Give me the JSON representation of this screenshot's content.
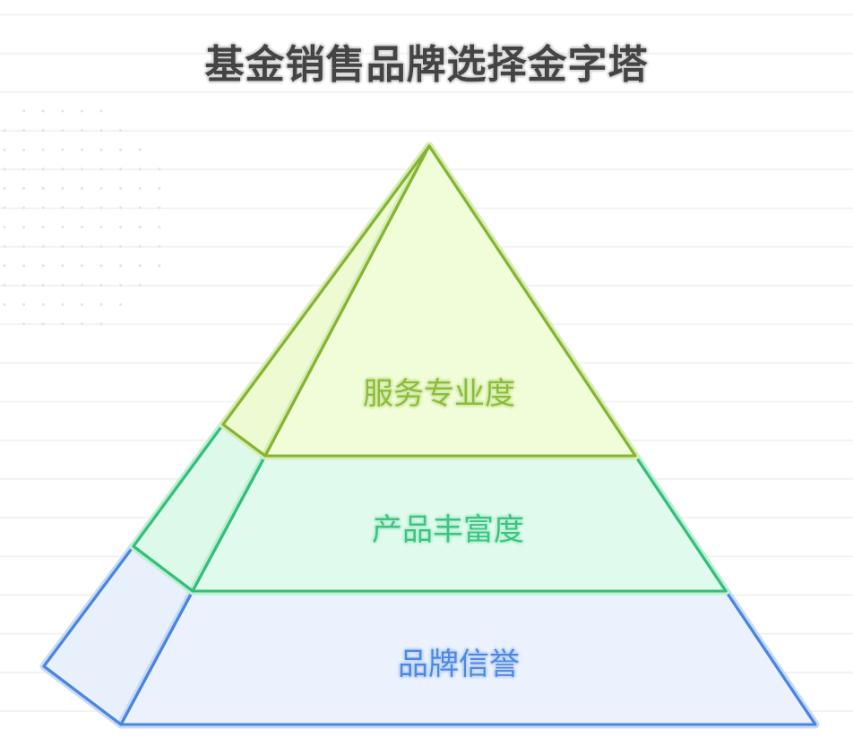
{
  "title": "基金销售品牌选择金字塔",
  "colors": {
    "title": "#444444",
    "background_line": "#f0f0f0",
    "background_dot": "#e2e2e2"
  },
  "layers": [
    {
      "label": "服务专业度",
      "level": "top",
      "stroke": "#84b632",
      "glow": "#d9ecb8",
      "fill_front": "#f1fcd9",
      "fill_side": "#eefad2",
      "text_color": "#8cbc3c",
      "text_glow": "#d3eaa8"
    },
    {
      "label": "产品丰富度",
      "level": "middle",
      "stroke": "#33c07a",
      "glow": "#bfeed6",
      "fill_front": "#e0fbee",
      "fill_side": "#dcf9ea",
      "text_color": "#3cc480",
      "text_glow": "#bdeed6"
    },
    {
      "label": "品牌信誉",
      "level": "bottom",
      "stroke": "#4a85e0",
      "glow": "#c8daf6",
      "fill_front": "#ebf2fd",
      "fill_side": "#e8f0fc",
      "text_color": "#4e88e2",
      "text_glow": "#c2d7f6"
    }
  ]
}
